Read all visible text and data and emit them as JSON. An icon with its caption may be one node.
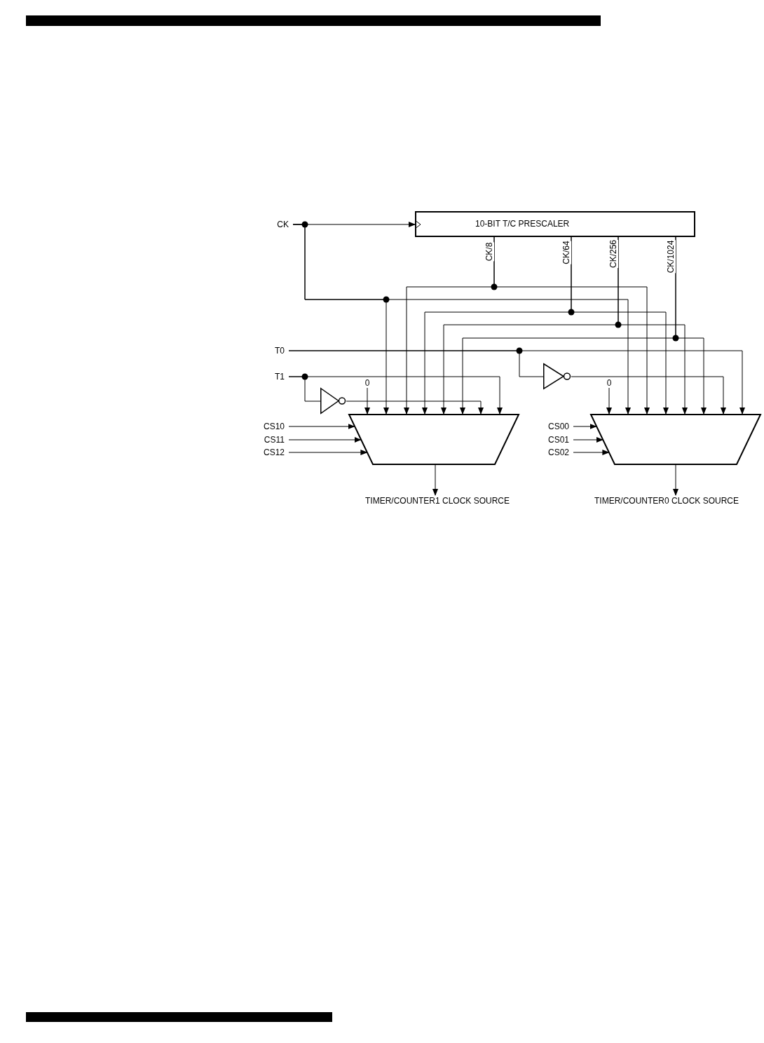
{
  "diagram": {
    "nodes": [
      {
        "text": [
          "CK"
        ]
      },
      {
        "text": [
          "10-BIT T/C PRESCALER"
        ]
      },
      {
        "text": [
          "T0"
        ]
      },
      {
        "text": [
          "T1"
        ]
      },
      {
        "text": [],
        "shape": "triangle"
      },
      {
        "text": [],
        "shape": "triangle"
      },
      {
        "text": [
          "0"
        ]
      },
      {
        "text": [
          "0"
        ]
      },
      {
        "text": [],
        "shape": "trapezoid"
      },
      {
        "text": [],
        "shape": "trapezoid"
      },
      {
        "text": [
          "CS10"
        ]
      },
      {
        "text": [
          "CS11"
        ]
      },
      {
        "text": [
          "CS12"
        ]
      },
      {
        "text": [
          "CS00"
        ]
      },
      {
        "text": [
          "CS01"
        ]
      },
      {
        "text": [
          "CS02"
        ]
      },
      {
        "text": [
          "TIMER/COUNTER1 CLOCK SOURCE"
        ]
      },
      {
        "text": [
          "TIMER/COUNTER0 CLOCK SOURCE"
        ]
      }
    ],
    "edges": [
      {
        "from": 0,
        "to": 1,
        "arrow": "to"
      },
      {
        "from": 0,
        "to": 8,
        "arrow": "to"
      },
      {
        "from": 0,
        "to": 9,
        "arrow": "to"
      },
      {
        "from": 1,
        "to": 8,
        "arrow": "to",
        "label": "CK/8"
      },
      {
        "from": 1,
        "to": 9,
        "arrow": "to"
      },
      {
        "from": 1,
        "to": 8,
        "arrow": "to",
        "label": "CK/64"
      },
      {
        "from": 1,
        "to": 9,
        "arrow": "to"
      },
      {
        "from": 1,
        "to": 8,
        "arrow": "to",
        "label": "CK/256"
      },
      {
        "from": 1,
        "to": 9,
        "arrow": "to"
      },
      {
        "from": 1,
        "to": 8,
        "arrow": "to",
        "label": "CK/1024"
      },
      {
        "from": 1,
        "to": 9,
        "arrow": "to"
      },
      {
        "from": 2,
        "to": 9,
        "arrow": "to"
      },
      {
        "from": 2,
        "to": 5,
        "arrow": "none"
      },
      {
        "from": 5,
        "to": 9,
        "arrow": "to"
      },
      {
        "from": 3,
        "to": 8,
        "arrow": "to"
      },
      {
        "from": 3,
        "to": 4,
        "arrow": "none"
      },
      {
        "from": 4,
        "to": 8,
        "arrow": "to"
      },
      {
        "from": 6,
        "to": 8,
        "arrow": "to"
      },
      {
        "from": 7,
        "to": 9,
        "arrow": "to"
      },
      {
        "from": 10,
        "to": 8,
        "arrow": "to"
      },
      {
        "from": 11,
        "to": 8,
        "arrow": "to"
      },
      {
        "from": 12,
        "to": 8,
        "arrow": "to"
      },
      {
        "from": 13,
        "to": 9,
        "arrow": "to"
      },
      {
        "from": 14,
        "to": 9,
        "arrow": "to"
      },
      {
        "from": 15,
        "to": 9,
        "arrow": "to"
      },
      {
        "from": 8,
        "to": 16,
        "arrow": "to"
      },
      {
        "from": 9,
        "to": 17,
        "arrow": "to"
      }
    ]
  }
}
